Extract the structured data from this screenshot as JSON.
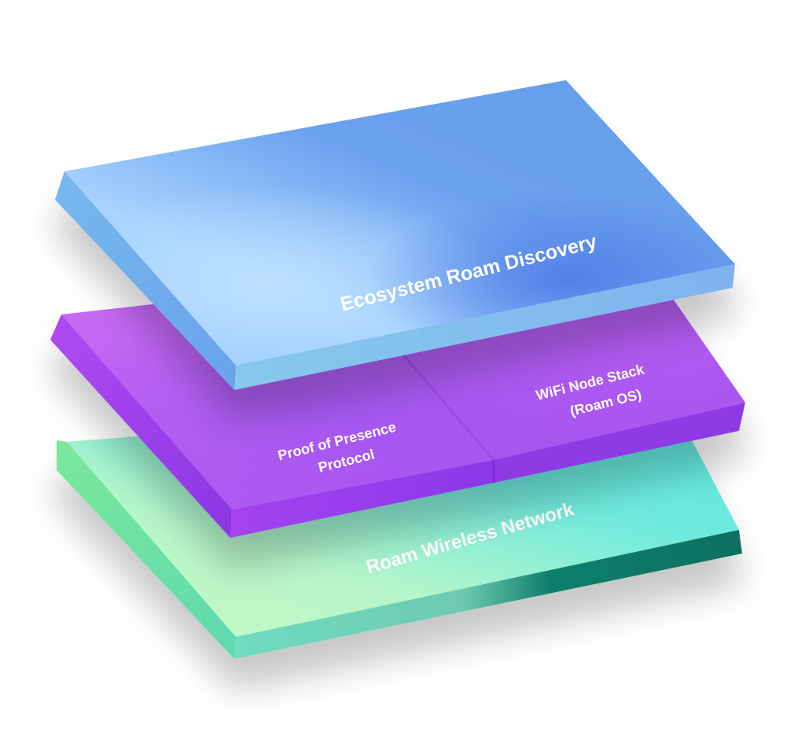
{
  "layers": {
    "top": {
      "label": "Ecosystem Roam Discovery"
    },
    "middle": {
      "left_label_line1": "Proof of Presence",
      "left_label_line2": "Protocol",
      "right_label_line1": "WiFi Node Stack",
      "right_label_line2": "(Roam OS)"
    },
    "bottom": {
      "label": "Roam Wireless Network"
    }
  },
  "colors": {
    "top_light": "#b4dcff",
    "top_mid": "#6fa3ee",
    "top_deep": "#4f7fe6",
    "middle_light": "#d26cf5",
    "middle_deep": "#8f3ce6",
    "bottom_light": "#b6f6c9",
    "bottom_cyan": "#5fe9e0",
    "bottom_dark": "#0c7a6a"
  }
}
